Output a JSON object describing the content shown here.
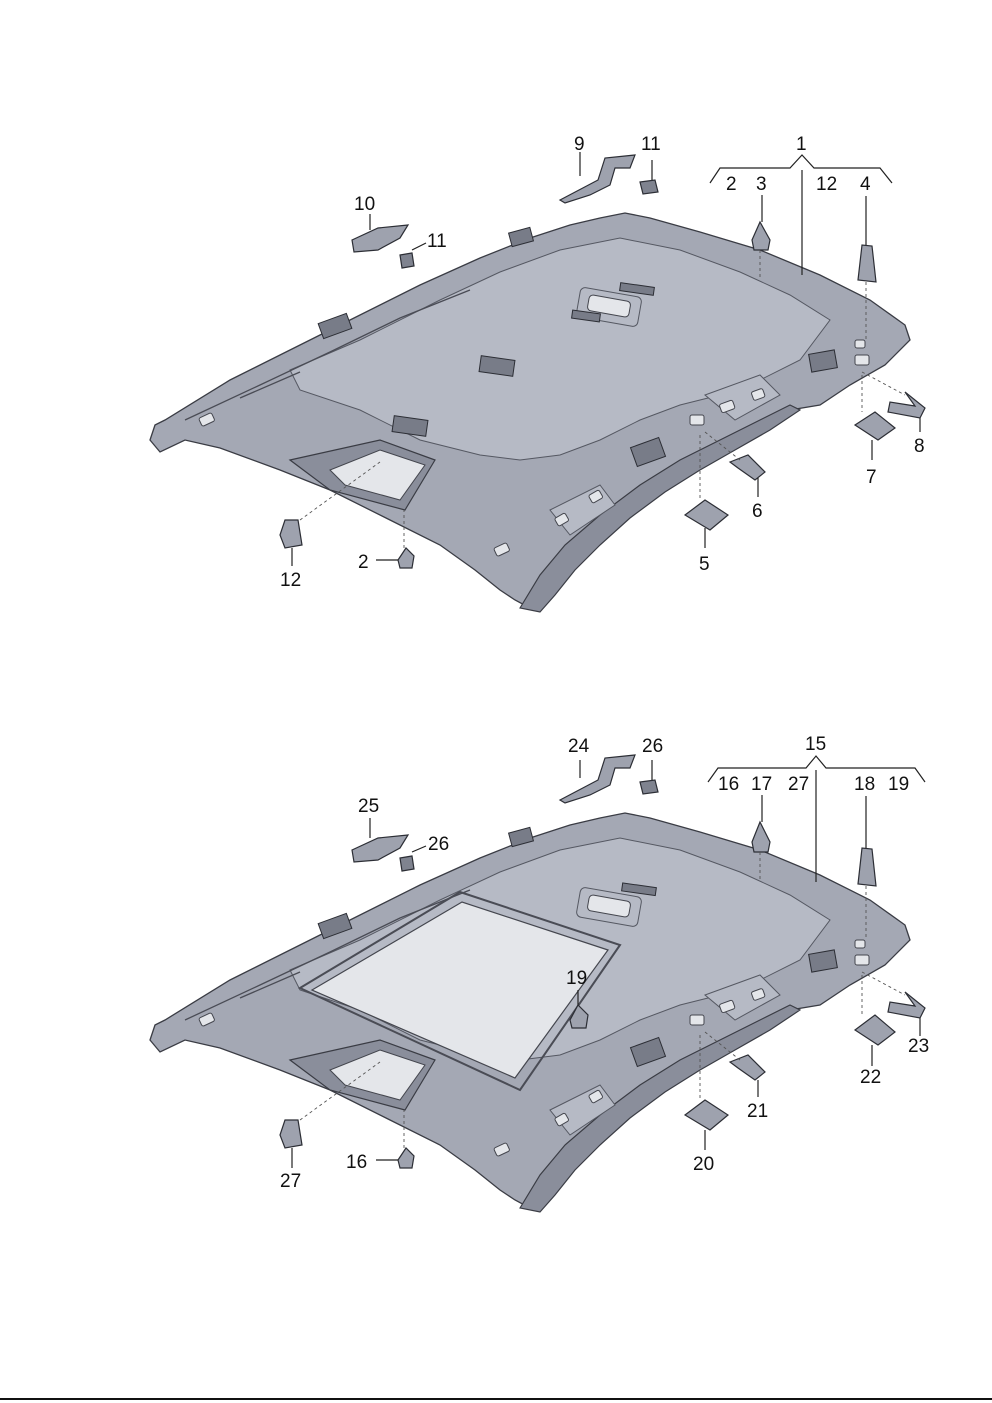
{
  "diagram": {
    "top": {
      "labels": {
        "l1": "1",
        "l2": "2",
        "l3": "3",
        "l12a": "12",
        "l4": "4",
        "l9": "9",
        "l11a": "11",
        "l10": "10",
        "l11b": "11",
        "l8": "8",
        "l7": "7",
        "l6": "6",
        "l5": "5",
        "l2b": "2",
        "l12b": "12"
      }
    },
    "bottom": {
      "labels": {
        "l15": "15",
        "l16": "16",
        "l17": "17",
        "l27a": "27",
        "l18": "18",
        "l19a": "19",
        "l24": "24",
        "l26a": "26",
        "l25": "25",
        "l26b": "26",
        "l19b": "19",
        "l23": "23",
        "l22": "22",
        "l21": "21",
        "l20": "20",
        "l16b": "16",
        "l27b": "27"
      }
    }
  }
}
